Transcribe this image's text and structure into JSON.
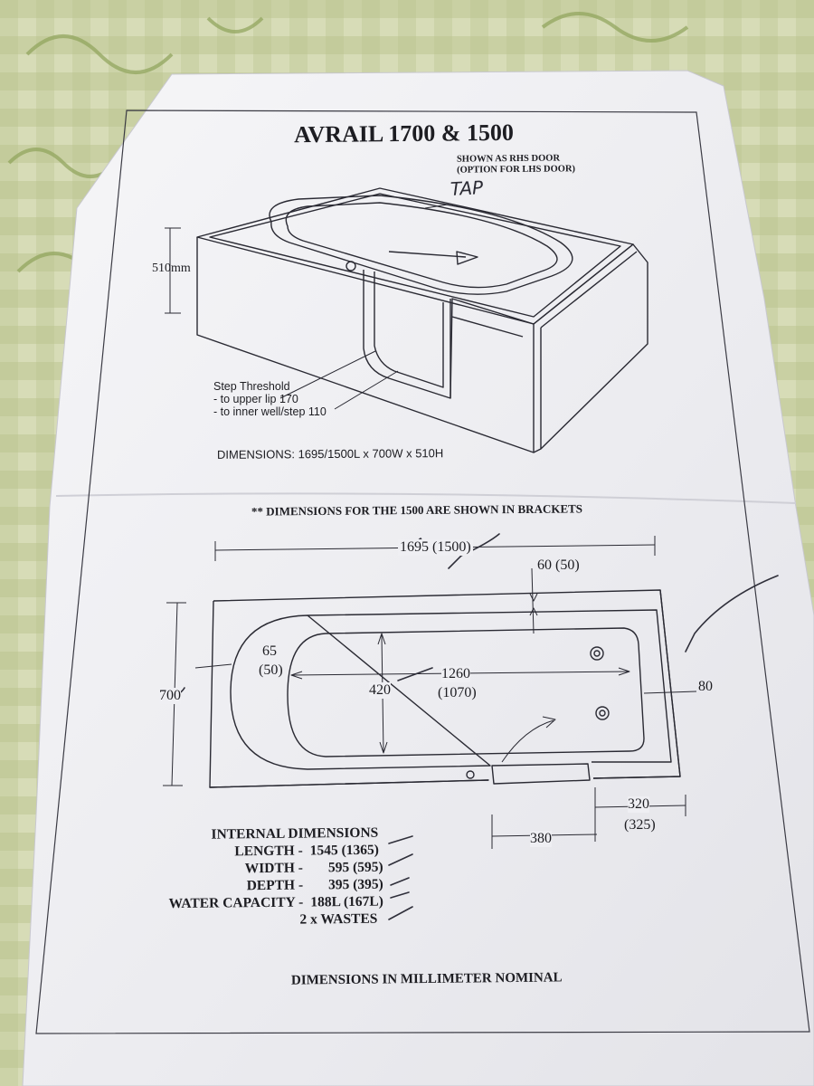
{
  "document": {
    "title": "AVRAIL 1700 & 1500",
    "door_note_line1": "SHOWN AS RHS DOOR",
    "door_note_line2": "(OPTION FOR LHS DOOR)",
    "handwritten_tap": "TAP",
    "height_label": "510mm",
    "step_threshold": {
      "heading": "Step Threshold",
      "line1": "- to upper lip 170",
      "line2": "- to inner well/step 110"
    },
    "dimensions_main": "DIMENSIONS: 1695/1500L x 700W x 510H",
    "brackets_note": "** DIMENSIONS FOR THE 1500 ARE SHOWN IN BRACKETS",
    "plan_labels": {
      "length_overall": "1695 (1500)",
      "rim_top": "60 (50)",
      "rim_left_a": "65",
      "rim_left_b": "(50)",
      "width_overall": "700",
      "inner_width": "420",
      "inner_length_a": "1260",
      "inner_length_b": "(1070)",
      "rim_right": "80",
      "door_offset_a": "320",
      "door_offset_b": "(325)",
      "door_width": "380"
    },
    "internal_dimensions": {
      "heading": "INTERNAL DIMENSIONS",
      "rows": [
        {
          "label": "LENGTH -",
          "value": "1545 (1365)"
        },
        {
          "label": "WIDTH -",
          "value": "595 (595)"
        },
        {
          "label": "DEPTH -",
          "value": "395 (395)"
        },
        {
          "label": "WATER CAPACITY -",
          "value": "188L (167L)"
        }
      ],
      "wastes": "2 x WASTES"
    },
    "footer": "DIMENSIONS IN MILLIMETER NOMINAL"
  },
  "colors": {
    "paper": "#f1f1f4",
    "ink": "#1d1d22",
    "tablecloth": "#c9cfa6"
  }
}
